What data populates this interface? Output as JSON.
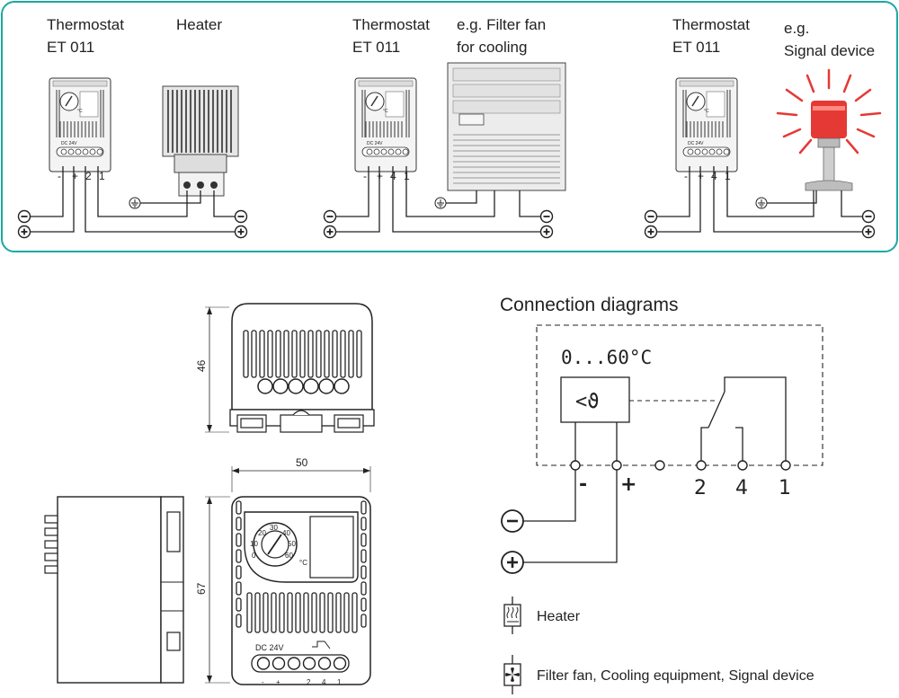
{
  "colors": {
    "panel_border": "#1aa9a1",
    "beacon": "#e53935",
    "ink": "#222222"
  },
  "top": {
    "panels": [
      {
        "thermostat_title": "Thermostat",
        "thermostat_model": "ET 011",
        "device_line1": "Heater",
        "device_line2": "",
        "terminals": [
          "-",
          "+",
          "2",
          "1"
        ],
        "icon": "heater-icon"
      },
      {
        "thermostat_title": "Thermostat",
        "thermostat_model": "ET 011",
        "device_line1": "e.g. Filter fan",
        "device_line2": "for cooling",
        "terminals": [
          "-",
          "+",
          "4",
          "1"
        ],
        "icon": "filter-fan-icon"
      },
      {
        "thermostat_title": "Thermostat",
        "thermostat_model": "ET 011",
        "device_line1": "e.g.",
        "device_line2": "Signal device",
        "terminals": [
          "-",
          "+",
          "4",
          "1"
        ],
        "icon": "signal-beacon-icon"
      }
    ]
  },
  "drawing": {
    "dim_height_front": "46",
    "dim_width": "50",
    "dim_height_side": "67",
    "dial_scale": [
      "0",
      "10",
      "20",
      "30",
      "40",
      "50",
      "60"
    ],
    "dial_unit": "°C",
    "dc_label": "DC 24V",
    "bottom_terminal_labels": [
      "-",
      "+",
      "2",
      "4",
      "1"
    ],
    "mini_dc_label": "DC 24V",
    "mini_terminal_labels": "-  +   2 4 1"
  },
  "connection": {
    "title": "Connection diagrams",
    "range": "0...60°C",
    "sensor_symbol": "<ϑ",
    "terminals": [
      "-",
      "+",
      "2",
      "4",
      "1"
    ],
    "legend": [
      {
        "icon": "heater-symbol-icon",
        "label": "Heater"
      },
      {
        "icon": "fan-symbol-icon",
        "label": "Filter fan, Cooling equipment, Signal device"
      }
    ]
  }
}
